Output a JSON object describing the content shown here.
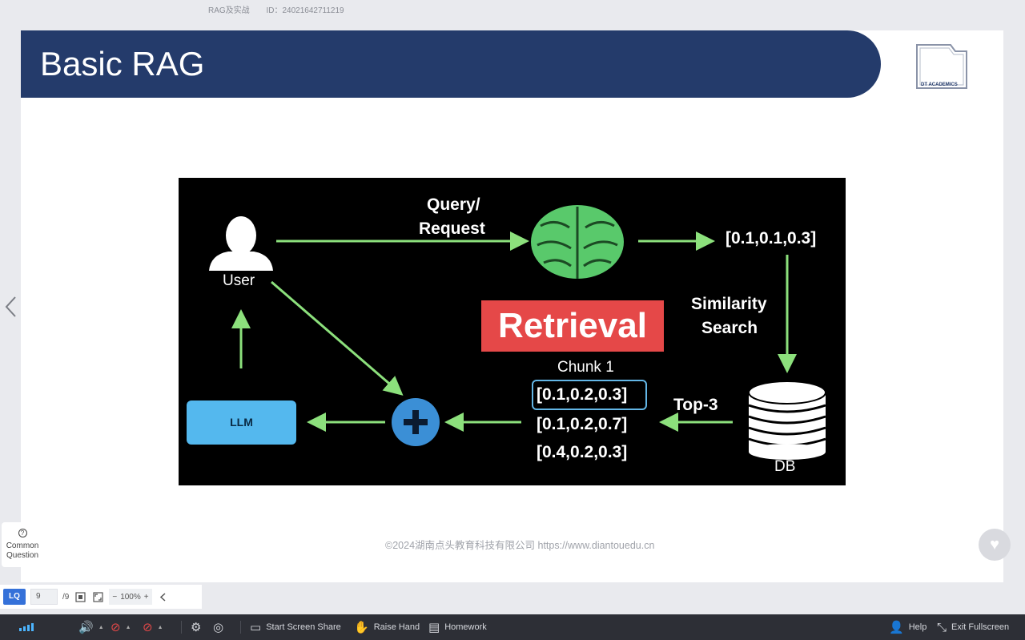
{
  "meta": {
    "course": "RAG及实战",
    "id_label": "ID：24021642711219"
  },
  "slide": {
    "title": "Basic RAG",
    "logo_text": "DT ACADEMICS",
    "copyright": "©2024湖南点头教育科技有限公司 https://www.diantouedu.cn"
  },
  "diagram": {
    "user": "User",
    "query_line1": "Query/",
    "query_line2": "Request",
    "embedding": "[0.1,0.1,0.3]",
    "similarity_line1": "Similarity",
    "similarity_line2": "Search",
    "retrieval": "Retrieval",
    "chunk_label": "Chunk 1",
    "vectors": [
      "[0.1,0.2,0.3]",
      "[0.1,0.2,0.7]",
      "[0.4,0.2,0.3]"
    ],
    "top3": "Top-3",
    "db": "DB",
    "llm": "LLM",
    "colors": {
      "arrow": "#8ce07c",
      "brain": "#59c96b",
      "retrieval_bg": "#e54848",
      "highlight": "#63b6e6",
      "plus": "#3b8fd6",
      "llm": "#54b8ee"
    }
  },
  "sidebar": {
    "common_question": "Common Question"
  },
  "page_toolbar": {
    "lq": "LQ",
    "current_page": "9",
    "total_pages": "/9",
    "zoom": "100%"
  },
  "bottom_bar": {
    "start_screen_share": "Start Screen Share",
    "raise_hand": "Raise Hand",
    "homework": "Homework",
    "help": "Help",
    "exit_fullscreen": "Exit Fullscreen"
  },
  "icons": [
    "chevron-left-icon",
    "question-icon",
    "heart-icon",
    "fit-page-icon",
    "fullscreen-icon",
    "minus-icon",
    "plus-icon",
    "signal-icon",
    "speaker-icon",
    "mic-muted-icon",
    "camera-muted-icon",
    "settings-icon",
    "virtual-bg-icon",
    "screen-share-icon",
    "hand-icon",
    "homework-icon",
    "help-icon",
    "exit-fullscreen-icon"
  ]
}
